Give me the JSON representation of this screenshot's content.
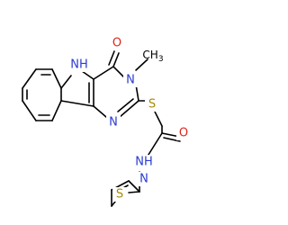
{
  "molecule": {
    "atom_labels": {
      "nh_indole": "NH",
      "n_methyl": "N",
      "methyl": "CH",
      "o_ring": "O",
      "n_ring": "N",
      "s_thio": "S",
      "o_amide": "O",
      "nh_amide": "NH",
      "s_thiazole": "S",
      "n_thiazole": "N"
    },
    "atom_colors": {
      "N": "#2a3bd1",
      "O": "#e0241b",
      "S": "#a88a00",
      "C": "#000000"
    }
  }
}
